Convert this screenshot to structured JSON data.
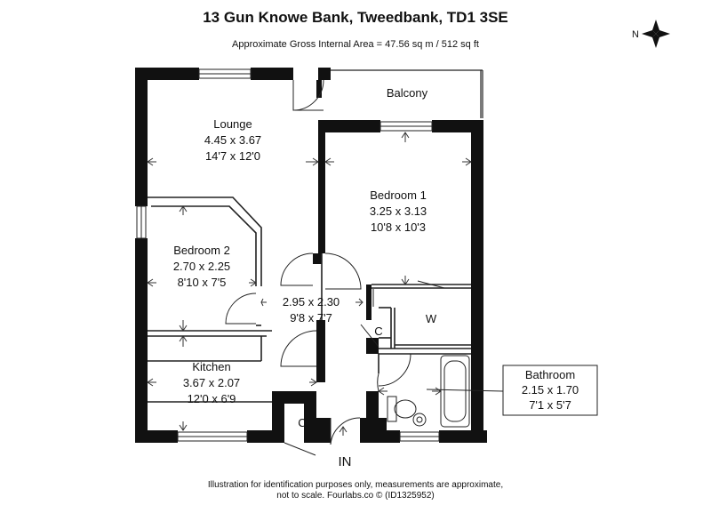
{
  "header": {
    "address": "13 Gun Knowe Bank, Tweedbank, TD1 3SE",
    "area": "Approximate Gross Internal Area = 47.56 sq m / 512 sq ft"
  },
  "compass": {
    "label": "N"
  },
  "rooms": {
    "lounge": {
      "name": "Lounge",
      "metric": "4.45 x 3.67",
      "imperial": "14'7 x 12'0"
    },
    "balcony": {
      "name": "Balcony"
    },
    "bedroom1": {
      "name": "Bedroom 1",
      "metric": "3.25 x 3.13",
      "imperial": "10'8 x 10'3"
    },
    "bedroom2": {
      "name": "Bedroom 2",
      "metric": "2.70 x 2.25",
      "imperial": "8'10 x 7'5"
    },
    "hall": {
      "metric": "2.95 x 2.30",
      "imperial": "9'8 x 7'7"
    },
    "wardrobe": {
      "name": "W"
    },
    "cupboard_hall": {
      "name": "C"
    },
    "kitchen": {
      "name": "Kitchen",
      "metric": "3.67 x 2.07",
      "imperial": "12'0 x 6'9"
    },
    "cupboard_kitchen": {
      "name": "C"
    },
    "bathroom": {
      "name": "Bathroom",
      "metric": "2.15 x 1.70",
      "imperial": "7'1 x 5'7"
    }
  },
  "entrance": {
    "label": "IN"
  },
  "footer": {
    "line1": "Illustration for identification purposes only, measurements are approximate,",
    "line2": "not to scale. Fourlabs.co © (ID1325952)"
  },
  "colors": {
    "wall": "#111111",
    "line": "#222222"
  }
}
